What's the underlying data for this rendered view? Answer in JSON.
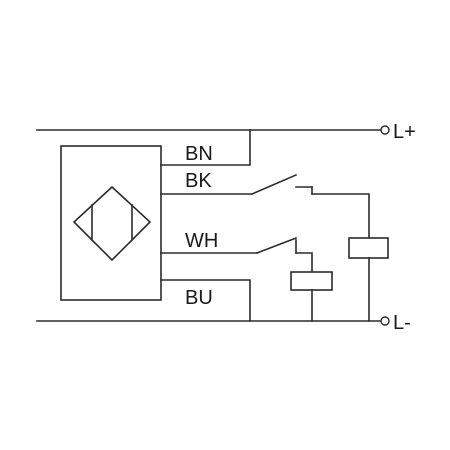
{
  "colors": {
    "line": "#2b2b2b",
    "text": "#1a1a1a",
    "background": "#ffffff"
  },
  "wires": {
    "bn": "BN",
    "bk": "BK",
    "wh": "WH",
    "bu": "BU"
  },
  "terminals": {
    "positive": "L+",
    "negative": "L-"
  }
}
